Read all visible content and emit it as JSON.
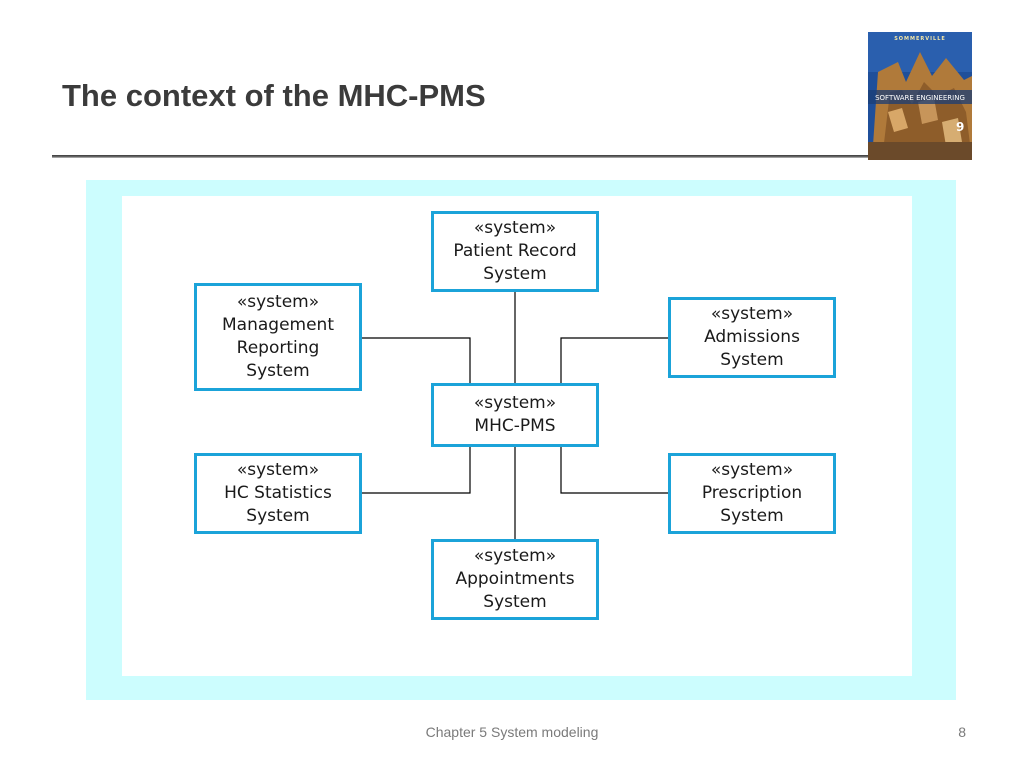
{
  "slide": {
    "title": "The context of the MHC-PMS",
    "footer_chapter": "Chapter 5 System modeling",
    "page_number": "8"
  },
  "cover": {
    "author": "SOMMERVILLE",
    "title": "SOFTWARE ENGINEERING",
    "edition": "9",
    "colors": {
      "sky": "#1f4f9a",
      "building": "#b07a3a",
      "ground": "#6b4a2a"
    }
  },
  "diagram": {
    "stereotype": "«system»",
    "colors": {
      "frame": "#ccfdfe",
      "box_border": "#1ba3d9",
      "connector": "#000000"
    },
    "systems": {
      "patient_record": {
        "line1": "Patient Record",
        "line2": "System"
      },
      "management_reporting": {
        "line1": "Management",
        "line2": "Reporting",
        "line3": "System"
      },
      "admissions": {
        "line1": "Admissions",
        "line2": "System"
      },
      "mhc_pms": {
        "line1": "MHC-PMS"
      },
      "hc_statistics": {
        "line1": "HC Statistics",
        "line2": "System"
      },
      "prescription": {
        "line1": "Prescription",
        "line2": "System"
      },
      "appointments": {
        "line1": "Appointments",
        "line2": "System"
      }
    }
  }
}
